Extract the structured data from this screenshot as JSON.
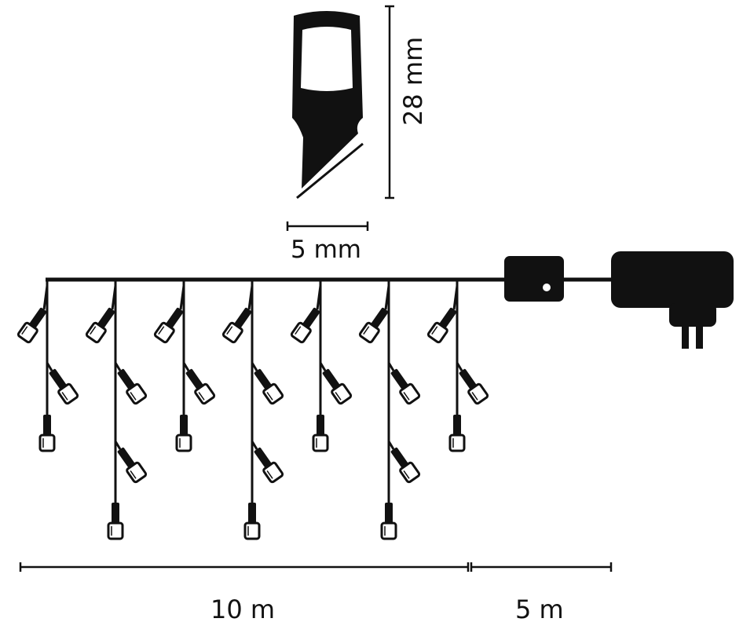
{
  "labels": {
    "bulb_height": "28 mm",
    "bulb_width": "5 mm",
    "string_length": "10 m",
    "lead_length": "5 m"
  },
  "drops": [
    {
      "bulbs": 3
    },
    {
      "bulbs": 4
    },
    {
      "bulbs": 3
    },
    {
      "bulbs": 4
    },
    {
      "bulbs": 3
    },
    {
      "bulbs": 4
    },
    {
      "bulbs": 3
    }
  ],
  "components": [
    "bulb-closeup",
    "controller-box",
    "power-adapter"
  ],
  "colors": {
    "ink": "#111111",
    "background": "#ffffff"
  }
}
